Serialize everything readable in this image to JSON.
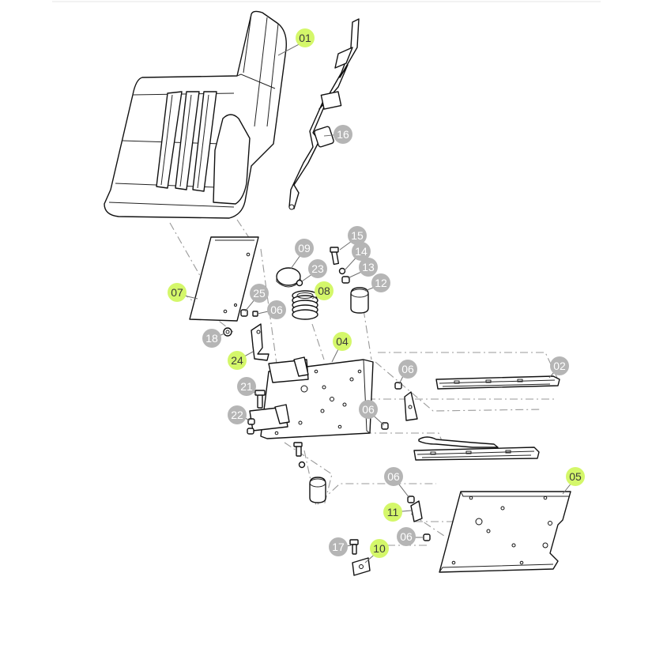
{
  "callouts": [
    {
      "id": "01",
      "label": "01",
      "highlight": true
    },
    {
      "id": "02",
      "label": "02",
      "highlight": false
    },
    {
      "id": "04",
      "label": "04",
      "highlight": true
    },
    {
      "id": "05",
      "label": "05",
      "highlight": true
    },
    {
      "id": "06a",
      "label": "06",
      "highlight": false
    },
    {
      "id": "06b",
      "label": "06",
      "highlight": false
    },
    {
      "id": "06c",
      "label": "06",
      "highlight": false
    },
    {
      "id": "06d",
      "label": "06",
      "highlight": false
    },
    {
      "id": "06e",
      "label": "06",
      "highlight": false
    },
    {
      "id": "07",
      "label": "07",
      "highlight": true
    },
    {
      "id": "08",
      "label": "08",
      "highlight": true
    },
    {
      "id": "09",
      "label": "09",
      "highlight": false
    },
    {
      "id": "10",
      "label": "10",
      "highlight": true
    },
    {
      "id": "11",
      "label": "11",
      "highlight": true
    },
    {
      "id": "12",
      "label": "12",
      "highlight": false
    },
    {
      "id": "13",
      "label": "13",
      "highlight": false
    },
    {
      "id": "14",
      "label": "14",
      "highlight": false
    },
    {
      "id": "15",
      "label": "15",
      "highlight": false
    },
    {
      "id": "16",
      "label": "16",
      "highlight": false
    },
    {
      "id": "17",
      "label": "17",
      "highlight": false
    },
    {
      "id": "18",
      "label": "18",
      "highlight": false
    },
    {
      "id": "21",
      "label": "21",
      "highlight": false
    },
    {
      "id": "22",
      "label": "22",
      "highlight": false
    },
    {
      "id": "23",
      "label": "23",
      "highlight": false
    },
    {
      "id": "24",
      "label": "24",
      "highlight": true
    },
    {
      "id": "25",
      "label": "25",
      "highlight": false
    }
  ],
  "colors": {
    "highlight_fill": "#d4f76a",
    "callout_fill": "#b5b5b5",
    "line": "#111111",
    "background": "#ffffff"
  }
}
